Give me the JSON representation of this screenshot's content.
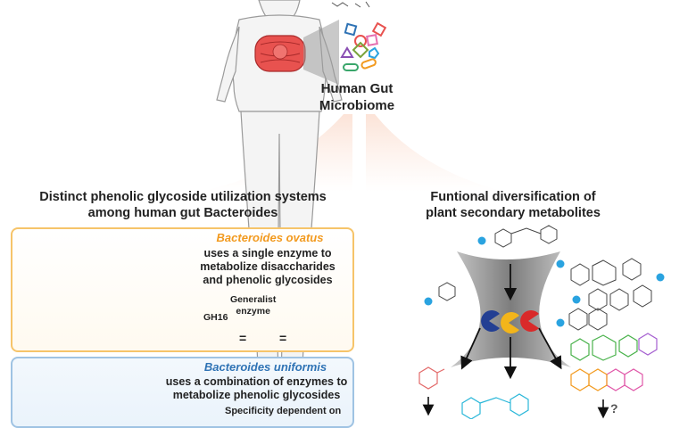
{
  "gut": {
    "title_line1": "Human Gut",
    "title_line2": "Microbiome"
  },
  "left_header": {
    "line1": "Distinct phenolic glycoside utilization systems",
    "line2": "among human gut Bacteroides"
  },
  "right_header": {
    "line1": "Funtional diversification of",
    "line2": "plant secondary metabolites"
  },
  "ovatus": {
    "name": "Bacteroides ovatus",
    "desc1": "uses a single enzyme to",
    "desc2": "metabolize disaccharides",
    "desc3": "and phenolic glycosides",
    "enzyme_line1": "Generalist",
    "enzyme_line2": "enzyme",
    "enzyme_code": "GH16",
    "eq1": "=",
    "eq2": "="
  },
  "uniformis": {
    "name": "Bacteroides uniformis",
    "desc1": "uses a combination of enzymes to",
    "desc2": "metabolize phenolic glycosides",
    "specificity": "Specificity dependent on"
  },
  "question_mark": "?",
  "colors": {
    "ovatus_accent": "#f29a1f",
    "uniformis_accent": "#2f73b5",
    "glucose": "#2aa3e0",
    "enzyme_red": "#d92a2a",
    "enzyme_yellow": "#f3b51a",
    "enzyme_blue": "#233f93",
    "gut_red": "#e8524f"
  }
}
